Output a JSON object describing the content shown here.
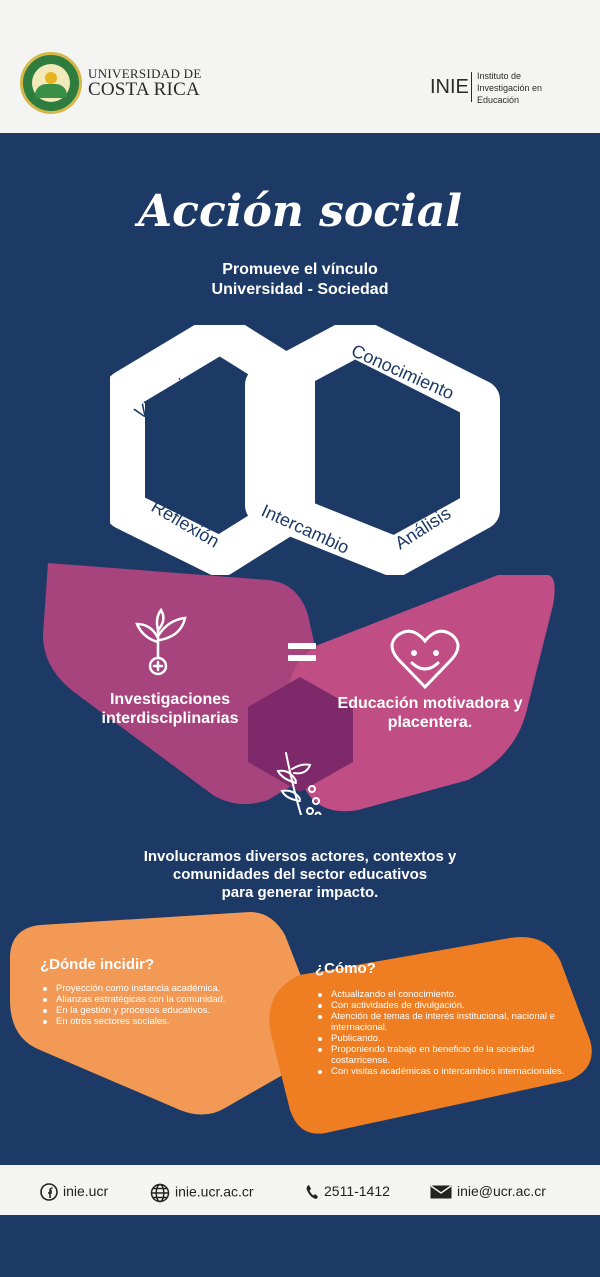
{
  "header": {
    "university_line1": "UNIVERSIDAD DE",
    "university_line2": "COSTA RICA",
    "inie_acronym": "INIE",
    "inie_name_line1": "Instituto de",
    "inie_name_line2": "Investigación en",
    "inie_name_line3": "Educación"
  },
  "title": "Acción social",
  "subtitle": {
    "line1": "Promueve el vínculo",
    "line2": "Universidad - Sociedad"
  },
  "cycle": {
    "vivencia": "Vivencia",
    "conocimiento": "Conocimiento",
    "reflexion": "Reflexión",
    "intercambio": "Intercambio",
    "analisis": "Análisis"
  },
  "diamond": {
    "left_label": "Investigaciones interdisciplinarias",
    "right_label": "Educación motivadora y placentera.",
    "colors": {
      "left": "#a8447d",
      "right": "#c04e84",
      "center": "#7e2a6a"
    }
  },
  "statement": {
    "line1": "Involucramos diversos actores, contextos y",
    "line2": "comunidades del sector educativos",
    "line3": "para generar impacto."
  },
  "donde": {
    "title": "¿Dónde incidir?",
    "items": [
      "Proyección como instancia académica.",
      "Alianzas estratégicas con la comunidad.",
      "En la gestión y procesos educativos.",
      "En otros sectores sociales."
    ],
    "color": "#f29a55"
  },
  "como": {
    "title": "¿Cómo?",
    "items": [
      "Actualizando el conocimiento.",
      "Con actividades de divulgación.",
      "Atención de temas de interés institucional, nacional e internacional.",
      "Publicando.",
      "Proponiendo trabajo en beneficio de la sociedad costarricense.",
      "Con visitas académicas o intercambios internacionales."
    ],
    "color": "#ef7d22"
  },
  "footer": {
    "facebook": "inie.ucr",
    "website": "inie.ucr.ac.cr",
    "phone": "2511-1412",
    "email": "inie@ucr.ac.cr"
  }
}
